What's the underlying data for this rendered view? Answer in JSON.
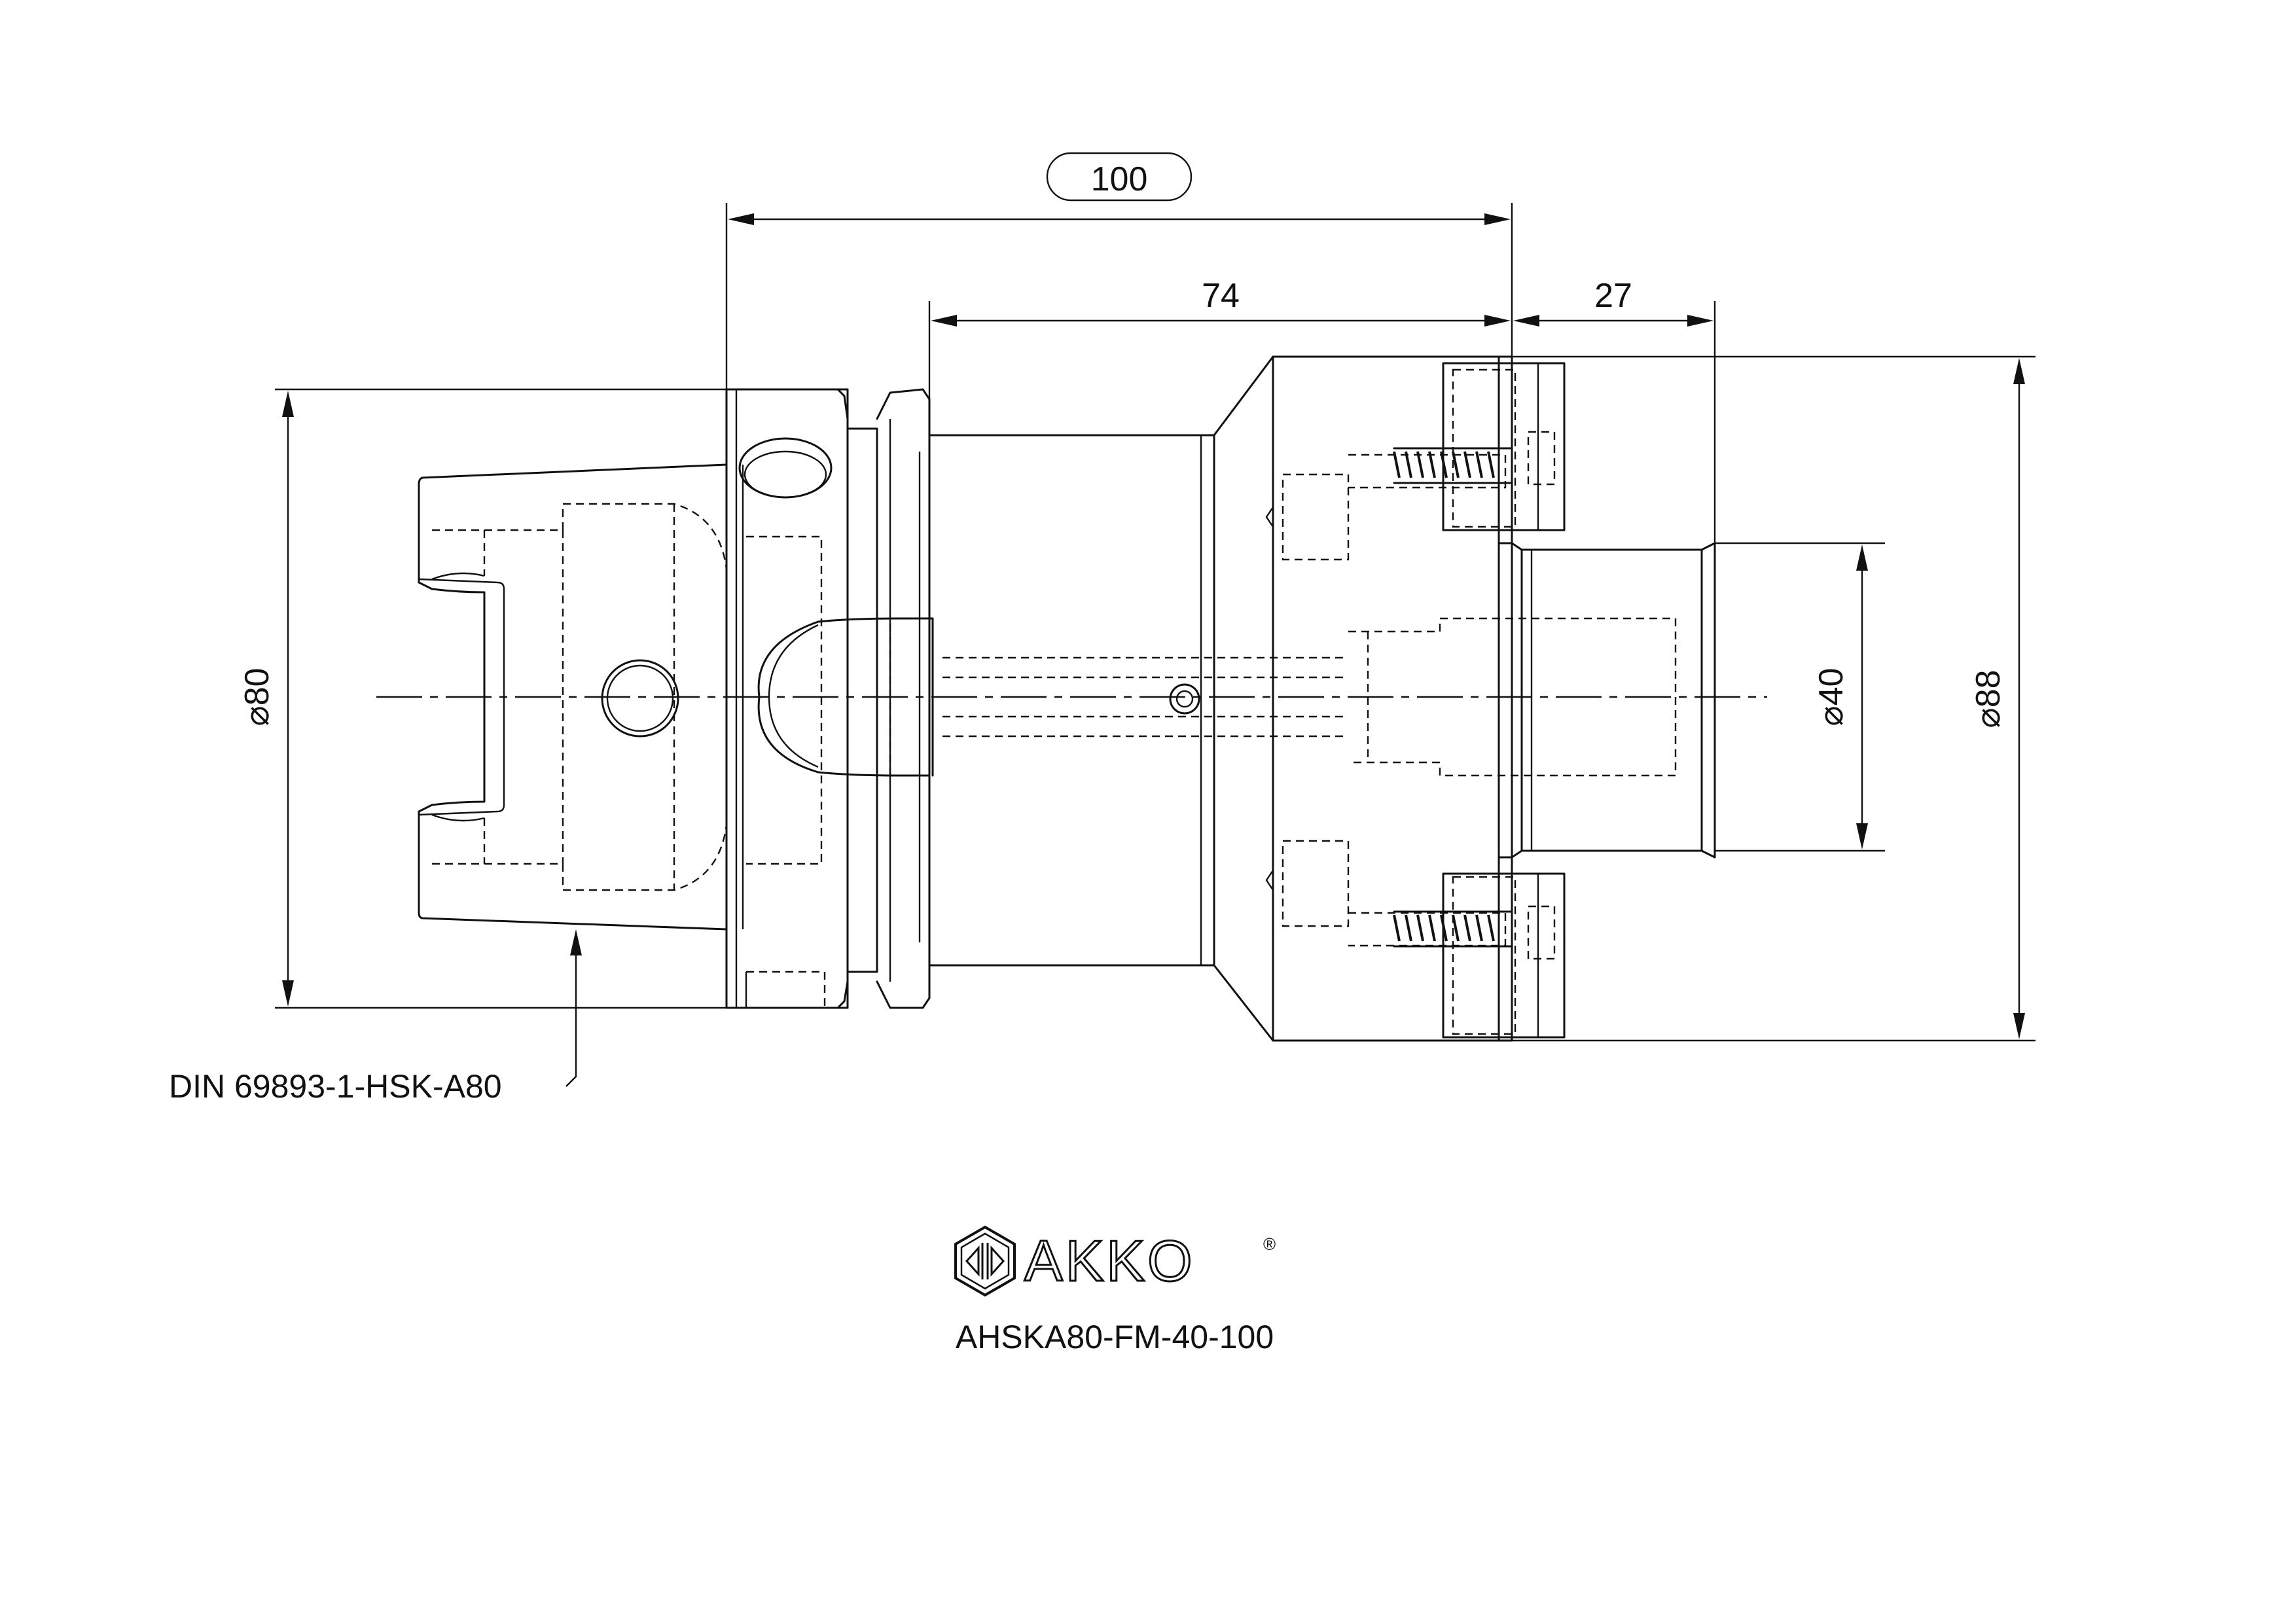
{
  "dimensions": {
    "overall_length": "100",
    "body_length": "74",
    "pilot_length": "27",
    "shank_diameter": "⌀80",
    "pilot_diameter": "⌀40",
    "flange_diameter": "⌀88"
  },
  "standard_label": "DIN 69893-1-HSK-A80",
  "brand": {
    "name": "AKKO",
    "registered_mark": "®"
  },
  "part_number": "AHSKA80-FM-40-100",
  "icons": {
    "logo": "akko-logo-icon"
  }
}
